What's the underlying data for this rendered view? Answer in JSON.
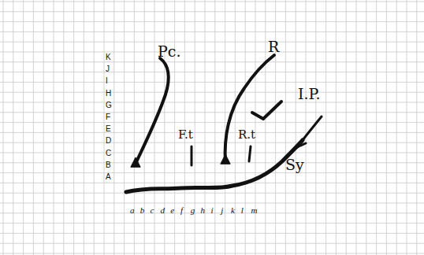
{
  "diagram": {
    "labels": [
      "Pc.",
      "R",
      "I.P.",
      "F.t",
      "R.t",
      "Sy",
      "K",
      "J",
      "I",
      "H",
      "G",
      "F",
      "E",
      "D",
      "C",
      "B",
      "A",
      "a",
      "b",
      "c",
      "d",
      "e",
      "f",
      "g",
      "h",
      "i",
      "j",
      "k",
      "l",
      "m"
    ]
  }
}
